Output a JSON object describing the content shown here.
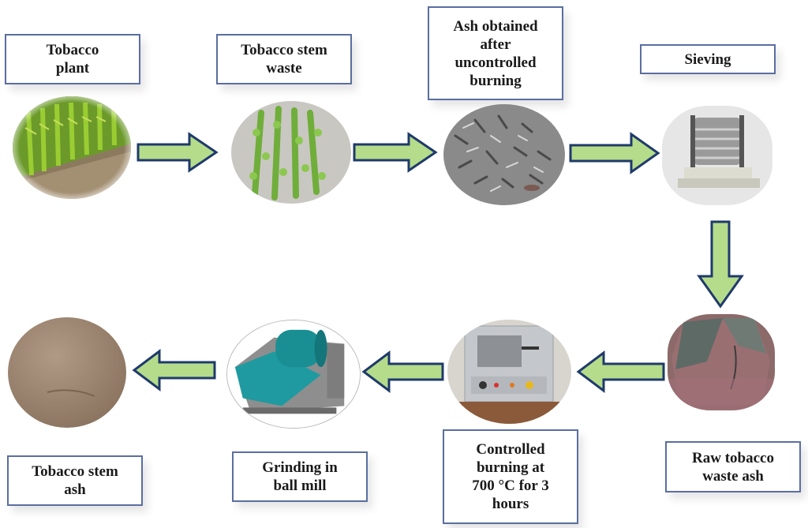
{
  "diagram": {
    "type": "process-flow",
    "steps": [
      {
        "id": "tobacco-plant",
        "label": "Tobacco\nplant",
        "image": "tobacco-field-photo"
      },
      {
        "id": "tobacco-stem-waste",
        "label": "Tobacco stem\nwaste",
        "image": "green-stems-photo"
      },
      {
        "id": "ash-uncontrolled",
        "label": "Ash obtained\nafter\nuncontrolled\nburning",
        "image": "grey-ash-pile-photo"
      },
      {
        "id": "sieving",
        "label": "Sieving",
        "image": "sieve-shaker-photo"
      },
      {
        "id": "raw-ash",
        "label": "Raw tobacco\nwaste ash",
        "image": "reddish-ash-heap-photo"
      },
      {
        "id": "controlled-burning",
        "label": "Controlled\nburning at\n700 °C for 3\nhours",
        "image": "muffle-furnace-photo"
      },
      {
        "id": "ball-mill",
        "label": "Grinding in\nball mill",
        "image": "ball-mill-machine-photo"
      },
      {
        "id": "tobacco-stem-ash",
        "label": "Tobacco stem\nash",
        "image": "fine-brown-powder-photo"
      }
    ],
    "arrows": [
      {
        "from": "tobacco-plant",
        "to": "tobacco-stem-waste",
        "direction": "right"
      },
      {
        "from": "tobacco-stem-waste",
        "to": "ash-uncontrolled",
        "direction": "right"
      },
      {
        "from": "ash-uncontrolled",
        "to": "sieving",
        "direction": "right"
      },
      {
        "from": "sieving",
        "to": "raw-ash",
        "direction": "down"
      },
      {
        "from": "raw-ash",
        "to": "controlled-burning",
        "direction": "left"
      },
      {
        "from": "controlled-burning",
        "to": "ball-mill",
        "direction": "left"
      },
      {
        "from": "ball-mill",
        "to": "tobacco-stem-ash",
        "direction": "left"
      }
    ],
    "colors": {
      "arrow_fill": "#b5dc8a",
      "arrow_outline": "#1f3a6b",
      "label_border": "#5a6ea0"
    }
  }
}
